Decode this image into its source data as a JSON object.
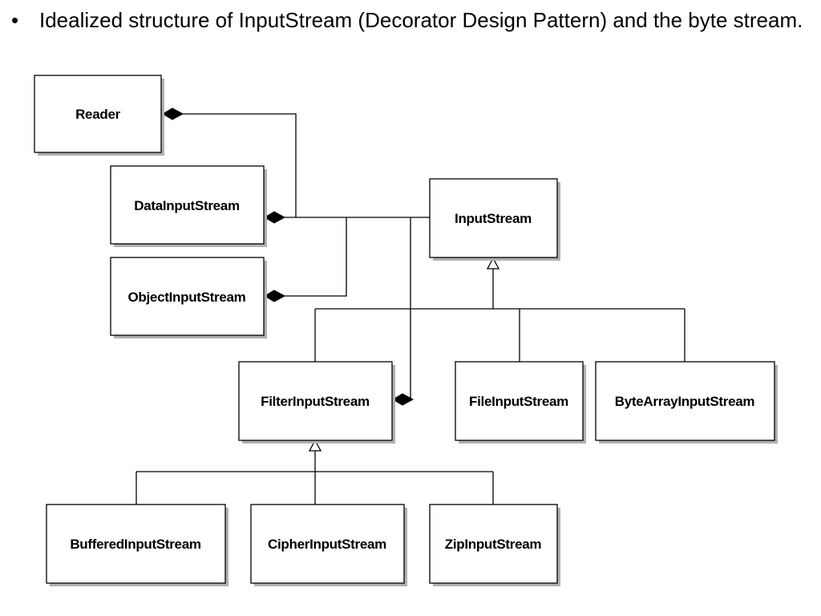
{
  "bullet": {
    "symbol": "•",
    "text": "Idealized structure of InputStream (Decorator Design Pattern) and the byte stream."
  },
  "diagram": {
    "classes": {
      "reader": "Reader",
      "data_input_stream": "DataInputStream",
      "object_input_stream": "ObjectInputStream",
      "input_stream": "InputStream",
      "filter_input_stream": "FilterInputStream",
      "file_input_stream": "FileInputStream",
      "byte_array_input_stream": "ByteArrayInputStream",
      "buffered_input_stream": "BufferedInputStream",
      "cipher_input_stream": "CipherInputStream",
      "zip_input_stream": "ZipInputStream"
    },
    "colors": {
      "line": "#000000",
      "box_fill": "#ffffff",
      "shadow": "#b0b0b0"
    }
  }
}
